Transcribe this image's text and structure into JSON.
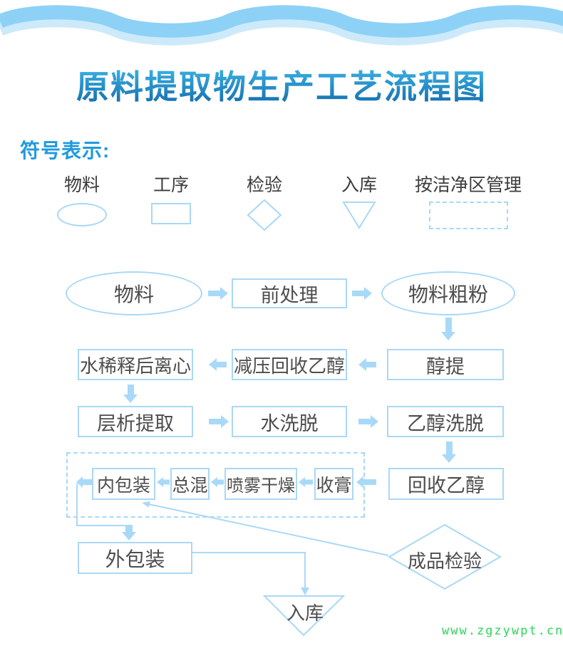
{
  "title": "原料提取物生产工艺流程图",
  "legend": {
    "heading": "符号表示:",
    "items": [
      {
        "label": "物料",
        "shape": "ellipse"
      },
      {
        "label": "工序",
        "shape": "rect"
      },
      {
        "label": "检验",
        "shape": "diamond"
      },
      {
        "label": "入库",
        "shape": "triangle-down"
      },
      {
        "label": "按洁净区管理",
        "shape": "dashed-rect"
      }
    ]
  },
  "flow": {
    "material": "物料",
    "pretreatment": "前处理",
    "coarse_powder": "物料粗粉",
    "alcohol_extraction": "醇提",
    "vacuum_ethanol_recovery": "减压回收乙醇",
    "water_dilution_centrifuge": "水稀释后离心",
    "chromatography": "层析提取",
    "water_elution": "水洗脱",
    "ethanol_elution": "乙醇洗脱",
    "ethanol_recovery": "回收乙醇",
    "paste_collection": "收膏",
    "spray_drying": "喷雾干燥",
    "total_mixing": "总混",
    "inner_packaging": "内包装",
    "outer_packaging": "外包装",
    "finished_inspection": "成品检验",
    "warehousing": "入库"
  },
  "watermark": "www.zgzywpt.cn",
  "colors": {
    "shape_border": "#a9d8f5",
    "arrow_fill": "#a9d9f8",
    "node_text": "#4d4d4d",
    "legend_text": "#3c3c3c",
    "heading_blue": "#1f9ade",
    "title_gradient_top": "#41bdec",
    "title_gradient_bottom": "#1168a9",
    "wave_main": "#8ed1f7",
    "wave_light": "#cdeafb",
    "watermark_green": "#2ed45a"
  }
}
